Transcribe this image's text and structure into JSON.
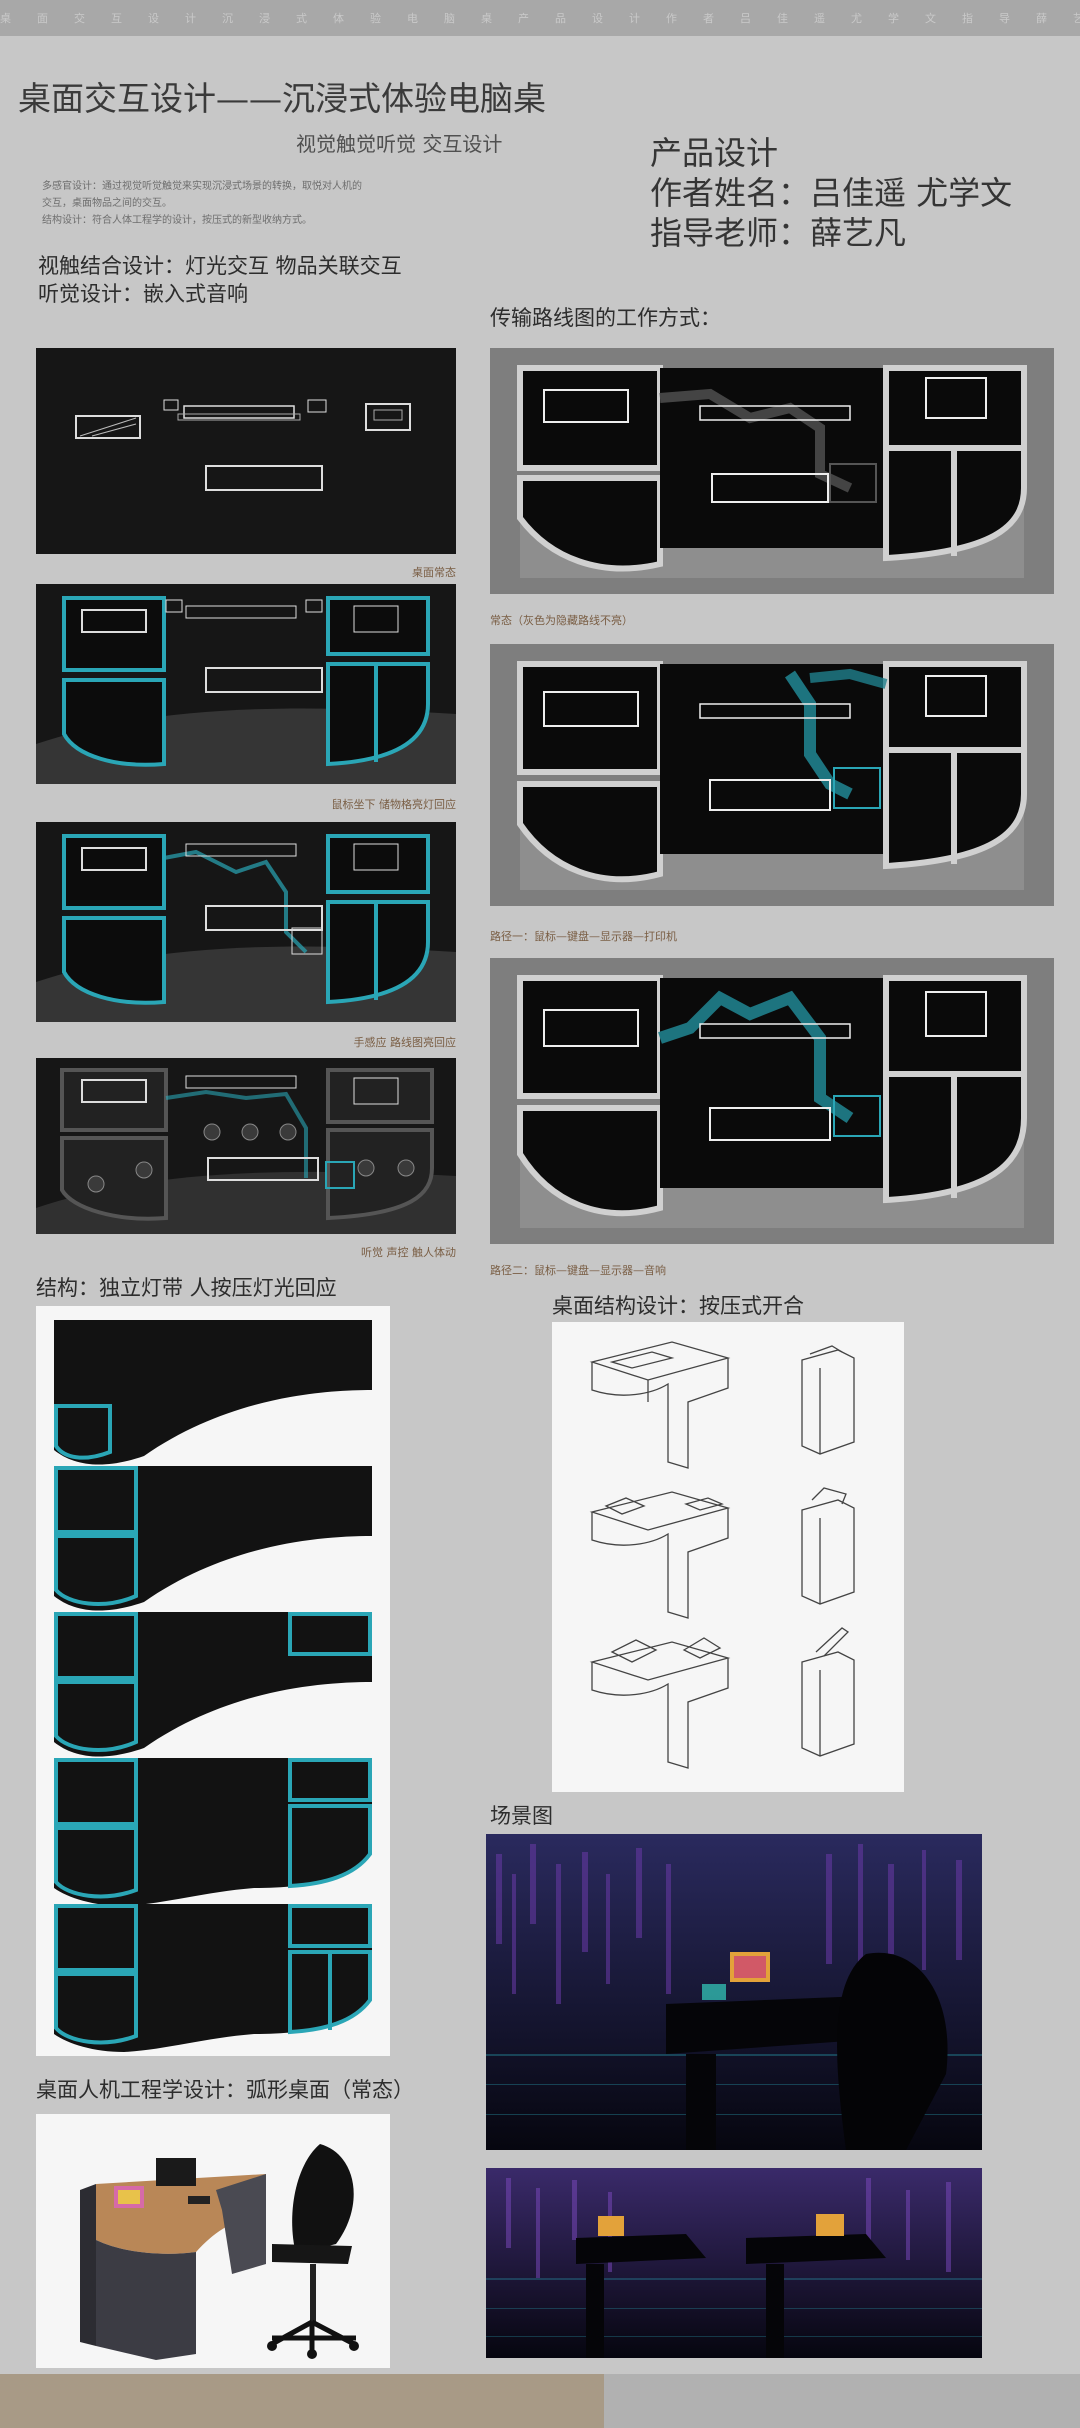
{
  "header": {
    "band_text": "桌面交互设计沉浸式体验电脑桌产品设计作者吕佳遥尤学文指导薛艺凡"
  },
  "title": "桌面交互设计——沉浸式体验电脑桌",
  "subtitle": "视觉触觉听觉 交互设计",
  "description": [
    "多感官设计：通过视觉听觉触觉来实现沉浸式场景的转换，取悦对人机的",
    "交互，桌面物品之间的交互。",
    "结构设计：符合人体工程学的设计，按压式的新型收纳方式。"
  ],
  "info": {
    "category": "产品设计",
    "authors": "作者姓名：吕佳遥  尤学文",
    "advisor": "指导老师：薛艺凡"
  },
  "sections": {
    "visual_touch": "视触结合设计：灯光交互  物品关联交互",
    "audio": "听觉设计：嵌入式音响",
    "transmission": "传输路线图的工作方式：",
    "structure_strip": "结构：独立灯带  人按压灯光回应",
    "desk_structure": "桌面结构设计：按压式开合",
    "scene": "场景图",
    "ergonomics": "桌面人机工程学设计：弧形桌面（常态）"
  },
  "captions": {
    "left_1": "桌面常态",
    "left_2": "鼠标坐下  储物格亮灯回应",
    "left_3": "手感应  路线图亮回应",
    "left_4": "听觉  声控  触人体动",
    "right_1": "常态（灰色为隐藏路线不亮）",
    "right_2": "路径一：鼠标—键盘—显示器—打印机",
    "right_3": "路径二：鼠标—键盘—显示器—音响"
  },
  "colors": {
    "background": "#c7c7c7",
    "panel_dark": "#161616",
    "panel_grey": "#7e7e7e",
    "accent_teal": "#2aa6b6",
    "caption_brown": "#7a5e44",
    "desk_wood": "#b98757"
  }
}
